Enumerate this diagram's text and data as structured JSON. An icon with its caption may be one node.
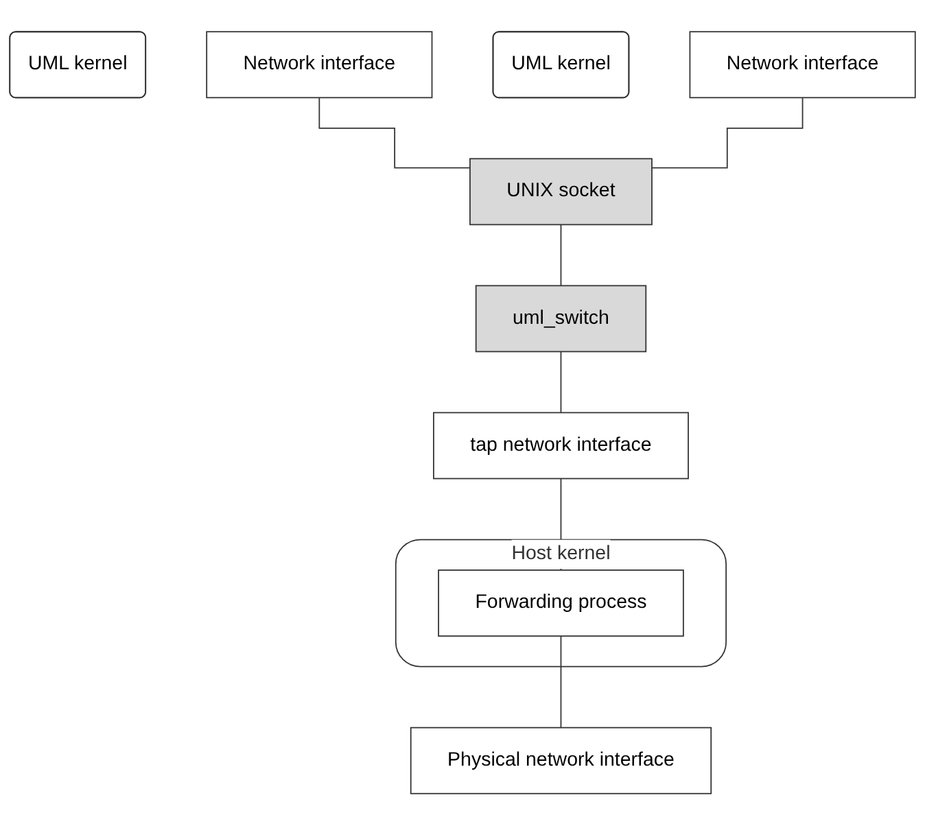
{
  "diagram": {
    "nodes": [
      {
        "text": [
          "UML kernel"
        ]
      },
      {
        "text": [
          "Network interface"
        ]
      },
      {
        "text": [
          "UML kernel"
        ]
      },
      {
        "text": [
          "Network interface"
        ]
      },
      {
        "text": [
          "UNIX socket"
        ]
      },
      {
        "text": [
          "uml_switch"
        ]
      },
      {
        "text": [
          "tap network interface"
        ]
      },
      {
        "text": [
          "Host kernel"
        ]
      },
      {
        "text": [
          "Forwarding process"
        ],
        "in": 7
      },
      {
        "text": [
          "Physical network interface"
        ]
      }
    ],
    "edges": [
      {
        "from": 1,
        "to": 4,
        "arrow": "none"
      },
      {
        "from": 3,
        "to": 4,
        "arrow": "none"
      },
      {
        "from": 4,
        "to": 5,
        "arrow": "none"
      },
      {
        "from": 5,
        "to": 6,
        "arrow": "none"
      },
      {
        "from": 6,
        "to": 8,
        "arrow": "none"
      },
      {
        "from": 8,
        "to": 9,
        "arrow": "none"
      }
    ]
  }
}
